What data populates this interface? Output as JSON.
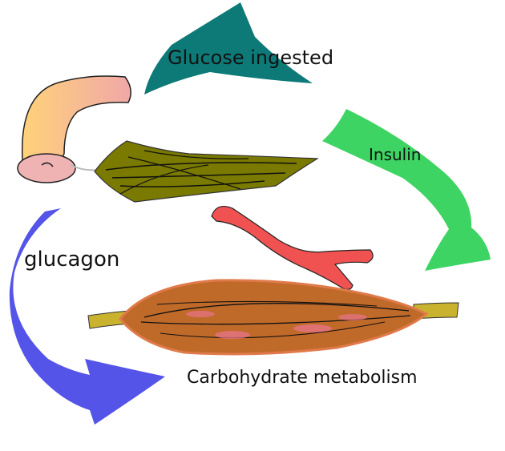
{
  "labels": {
    "glucose_ingested": "Glucose ingested",
    "insulin": "Insulin",
    "glucagon": "glucagon",
    "carbohydrate_metabolism": "Carbohydrate metabolism"
  },
  "colors": {
    "glucose_arrow": "#0e7a78",
    "insulin_arrow": "#3ed463",
    "glucagon_arrow": "#5455e8",
    "pancreas": "#7a7a00",
    "stomach": "#f5b77a",
    "stomach_end": "#f0a8a8",
    "blood_vessel": "#f05252",
    "muscle": "#c06a2a",
    "tendon": "#c9b32e"
  }
}
